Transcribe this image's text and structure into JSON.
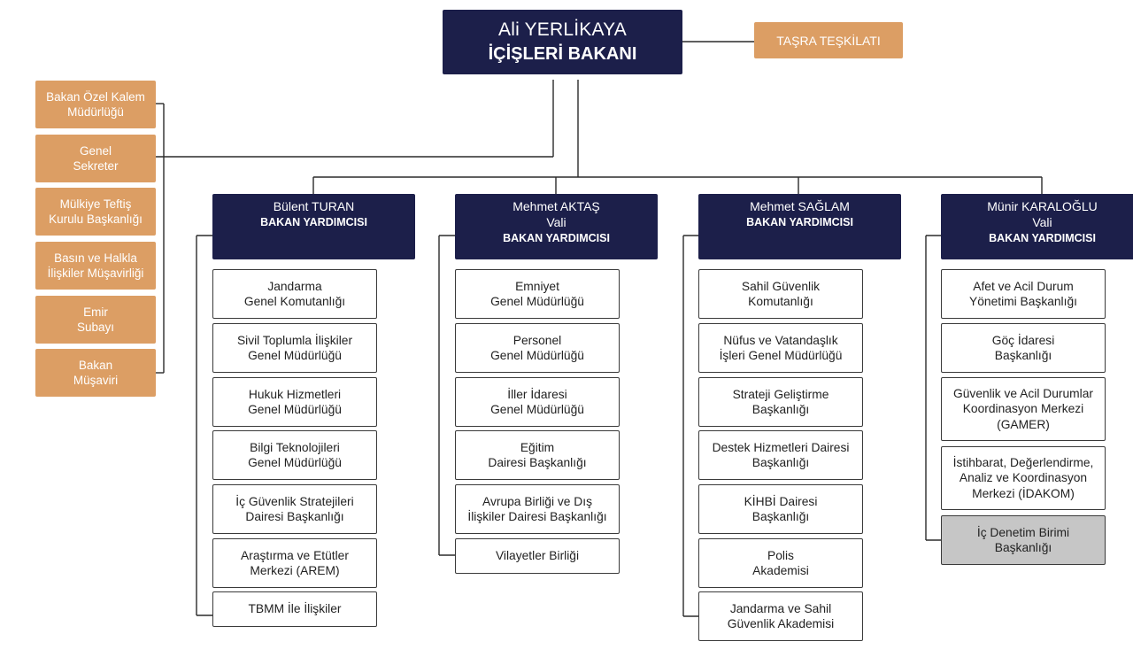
{
  "minister": {
    "name": "Ali YERLİKAYA",
    "title": "İÇİŞLERİ BAKANI"
  },
  "tasra": "TAŞRA TEŞKİLATI",
  "left_units": [
    [
      "Bakan Özel Kalem",
      "Müdürlüğü"
    ],
    [
      "Genel",
      "Sekreter"
    ],
    [
      "Mülkiye Teftiş",
      "Kurulu Başkanlığı"
    ],
    [
      "Basın ve Halkla",
      "İlişkiler Müşavirliği"
    ],
    [
      "Emir",
      "Subayı"
    ],
    [
      "Bakan",
      "Müşaviri"
    ]
  ],
  "deputies": [
    {
      "name": "Bülent TURAN",
      "sub": "",
      "title": "BAKAN YARDIMCISI",
      "units": [
        [
          "Jandarma",
          "Genel Komutanlığı"
        ],
        [
          "Sivil Toplumla İlişkiler",
          "Genel Müdürlüğü"
        ],
        [
          "Hukuk Hizmetleri",
          "Genel Müdürlüğü"
        ],
        [
          "Bilgi Teknolojileri",
          "Genel Müdürlüğü"
        ],
        [
          "İç Güvenlik Stratejileri",
          "Dairesi Başkanlığı"
        ],
        [
          "Araştırma ve Etütler",
          "Merkezi (AREM)"
        ],
        [
          "TBMM İle İlişkiler"
        ]
      ]
    },
    {
      "name": "Mehmet AKTAŞ",
      "sub": "Vali",
      "title": "BAKAN YARDIMCISI",
      "units": [
        [
          "Emniyet",
          "Genel Müdürlüğü"
        ],
        [
          "Personel",
          "Genel Müdürlüğü"
        ],
        [
          "İller İdaresi",
          "Genel Müdürlüğü"
        ],
        [
          "Eğitim",
          "Dairesi Başkanlığı"
        ],
        [
          "Avrupa Birliği ve Dış",
          "İlişkiler Dairesi Başkanlığı"
        ],
        [
          "Vilayetler Birliği"
        ]
      ]
    },
    {
      "name": "Mehmet SAĞLAM",
      "sub": "",
      "title": "BAKAN YARDIMCISI",
      "units": [
        [
          "Sahil Güvenlik",
          "Komutanlığı"
        ],
        [
          "Nüfus ve Vatandaşlık",
          "İşleri Genel Müdürlüğü"
        ],
        [
          "Strateji Geliştirme",
          "Başkanlığı"
        ],
        [
          "Destek Hizmetleri Dairesi",
          "Başkanlığı"
        ],
        [
          "KİHBİ Dairesi",
          "Başkanlığı"
        ],
        [
          "Polis",
          "Akademisi"
        ],
        [
          "Jandarma ve Sahil",
          "Güvenlik Akademisi"
        ]
      ]
    },
    {
      "name": "Münir KARALOĞLU",
      "sub": "Vali",
      "title": "BAKAN YARDIMCISI",
      "units": [
        [
          "Afet ve Acil Durum",
          "Yönetimi Başkanlığı"
        ],
        [
          "Göç İdaresi",
          "Başkanlığı"
        ],
        [
          "Güvenlik ve Acil Durumlar",
          "Koordinasyon Merkezi",
          "(GAMER)"
        ],
        [
          "İstihbarat, Değerlendirme,",
          "Analiz ve Koordinasyon",
          "Merkezi (İDAKOM)"
        ],
        [
          "İç Denetim Birimi",
          "Başkanlığı"
        ]
      ]
    }
  ],
  "colors": {
    "navy": "#1c1f4a",
    "orange": "#dc9e64",
    "grey_unit": "#c6c6c6",
    "line": "#2b2b2b"
  }
}
